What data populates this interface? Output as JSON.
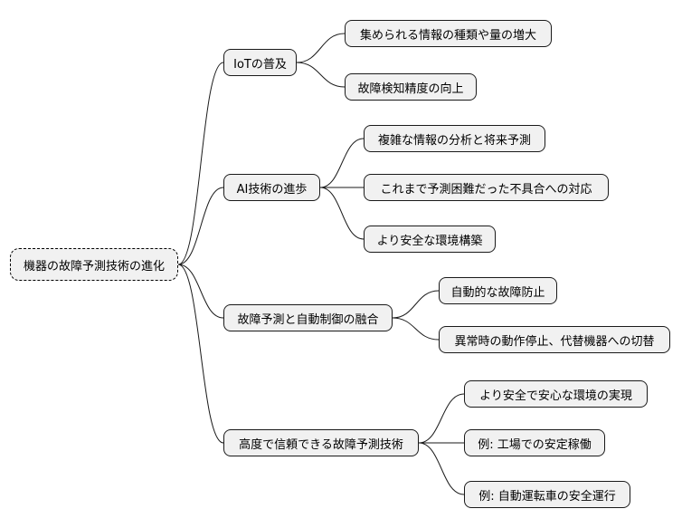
{
  "root": {
    "label": "機器の故障予測技術の進化"
  },
  "branches": [
    {
      "label": "IoTの普及",
      "children": [
        "集められる情報の種類や量の増大",
        "故障検知精度の向上"
      ]
    },
    {
      "label": "AI技術の進歩",
      "children": [
        "複雑な情報の分析と将来予測",
        "これまで予測困難だった不具合への対応",
        "より安全な環境構築"
      ]
    },
    {
      "label": "故障予測と自動制御の融合",
      "children": [
        "自動的な故障防止",
        "異常時の動作停止、代替機器への切替"
      ]
    },
    {
      "label": "高度で信頼できる故障予測技術",
      "children": [
        "より安全で安心な環境の実現",
        "例: 工場での安定稼働",
        "例: 自動運転車の安全運行"
      ]
    }
  ],
  "colors": {
    "node_fill": "#f1f1f1",
    "node_border": "#1a1a1a",
    "edge": "#1a1a1a"
  }
}
